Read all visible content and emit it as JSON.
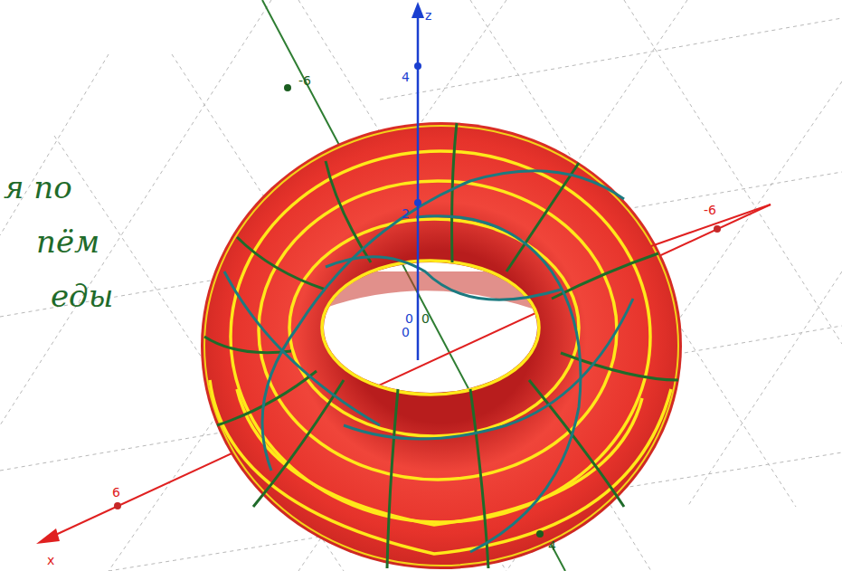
{
  "diagram": {
    "labels": [
      "я по",
      "пём",
      "еды",
      "z",
      "-6",
      "4",
      "2",
      "-6",
      "0",
      "0",
      "0",
      "6",
      "x",
      "4"
    ]
  }
}
